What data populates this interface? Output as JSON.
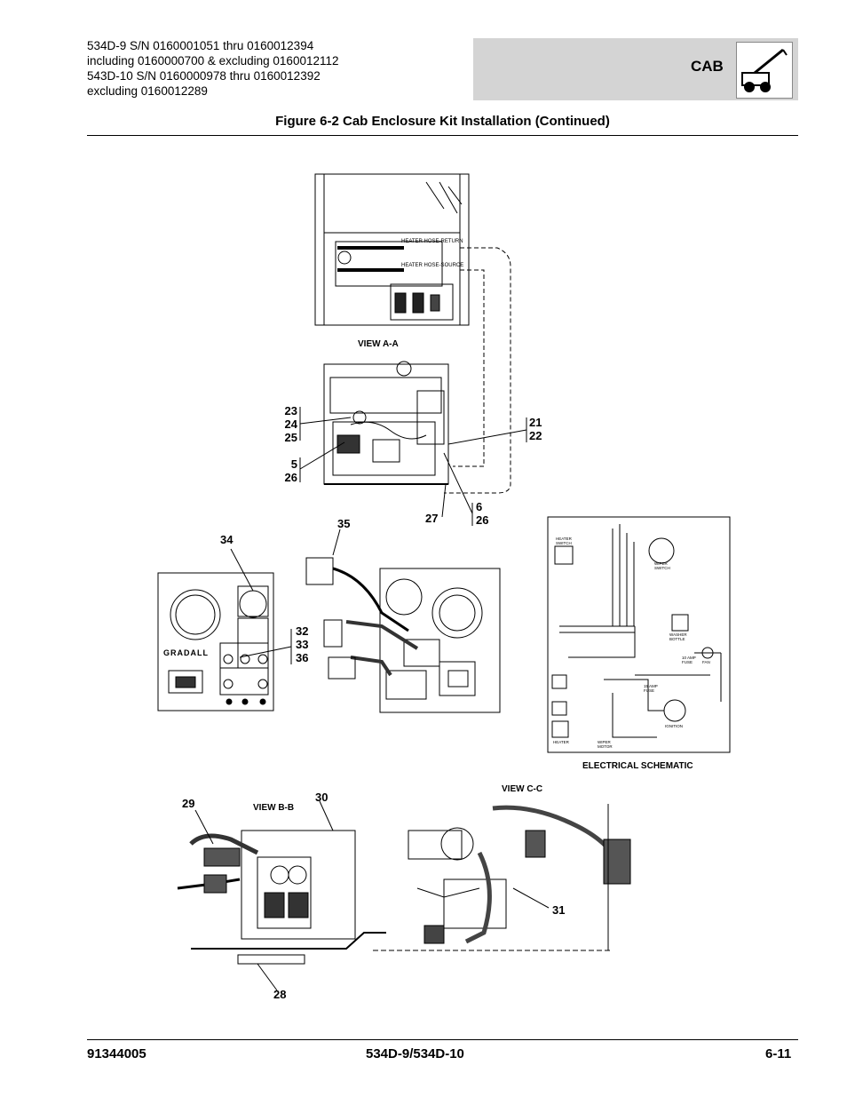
{
  "header": {
    "lines": [
      "534D-9 S/N 0160001051 thru 0160012394",
      "including 0160000700 & excluding 0160012112",
      "543D-10 S/N 0160000978 thru 0160012392",
      "excluding 0160012289"
    ],
    "section": "CAB",
    "section_icon": "telehandler-icon"
  },
  "figure_title": "Figure 6-2 Cab Enclosure Kit Installation (Continued)",
  "view_labels": {
    "view_aa": "VIEW A-A",
    "view_bb": "VIEW B-B",
    "view_cc": "VIEW C-C",
    "electrical_schematic": "ELECTRICAL SCHEMATIC"
  },
  "diagram_text": {
    "hose_return": "HEATER HOSE-RETURN",
    "hose_source": "HEATER HOSE-SOURCE",
    "gradall": "GRADALL",
    "heater_switch": "HEATER SWITCH",
    "wiper_switch": "WIPER SWITCH",
    "washer_bottle": "WASHER BOTTLE",
    "fan": "FAN",
    "fuse_10amp": "10 AMP FUSE",
    "fuse_15amp": "15 AMP FUSE",
    "ignition": "IGNITION",
    "heater": "HEATER",
    "wiper_motor": "WIPER MOTOR"
  },
  "callouts": {
    "c23_25": [
      "23",
      "24",
      "25"
    ],
    "c5_26": [
      "5",
      "26"
    ],
    "c21_22": [
      "21",
      "22"
    ],
    "c27": "27",
    "c6_26": [
      "6",
      "26"
    ],
    "c34": "34",
    "c35": "35",
    "c32_36": [
      "32",
      "33",
      "36"
    ],
    "c29": "29",
    "c30": "30",
    "c31": "31",
    "c28": "28"
  },
  "footer": {
    "left": "91344005",
    "center": "534D-9/534D-10",
    "right": "6-11"
  }
}
